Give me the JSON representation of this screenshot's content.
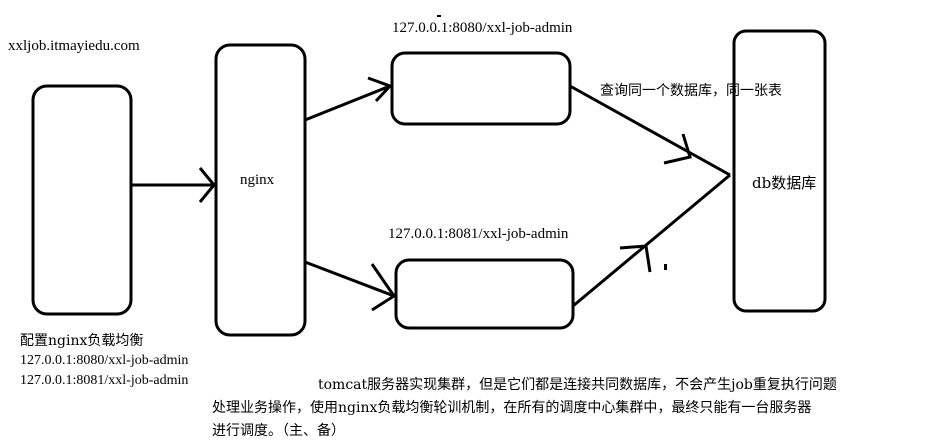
{
  "diagram": {
    "domain_label": "xxljob.itmayiedu.com",
    "nginx_label": "nginx",
    "server1_label": "127.0.0.1:8080/xxl-job-admin",
    "server2_label": "127.0.0.1:8081/xxl-job-admin",
    "db_label": "db数据库",
    "shared_db_note": "查询同一个数据库，同一张表"
  },
  "config": {
    "title": "配置nginx负载均衡",
    "lines": [
      "127.0.0.1:8080/xxl-job-admin",
      "127.0.0.1:8081/xxl-job-admin"
    ]
  },
  "notes": {
    "line1": "tomcat服务器实现集群，但是它们都是连接共同数据库，不会产生job重复执行问题",
    "line2": "处理业务操作，使用nginx负载均衡轮训机制，在所有的调度中心集群中，最终只能有一台服务器",
    "line3": "进行调度。（主、备）"
  },
  "colors": {
    "stroke": "#000000",
    "background": "#ffffff"
  }
}
